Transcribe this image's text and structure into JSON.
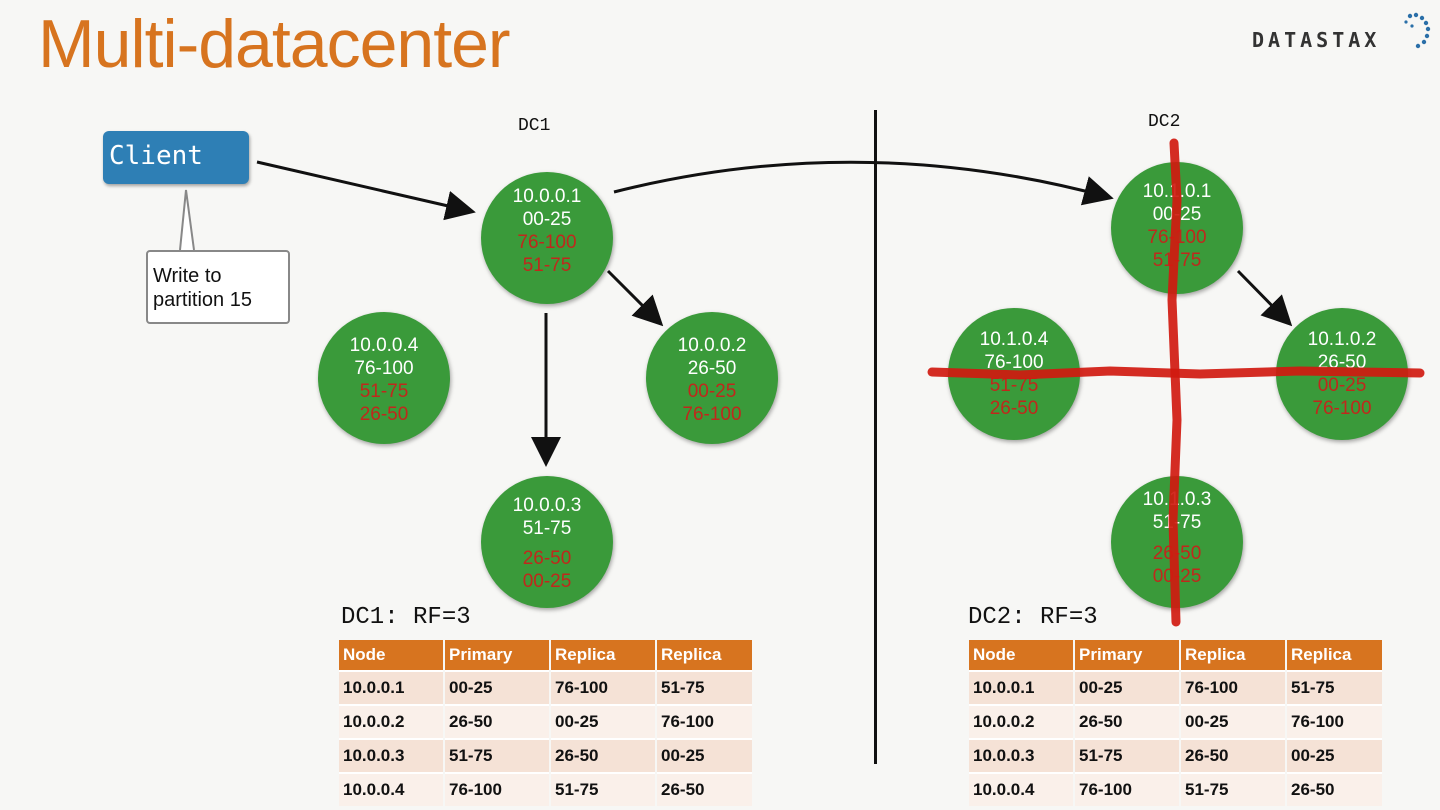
{
  "title": "Multi-datacenter",
  "logo": {
    "text": "DATASTAX"
  },
  "client": {
    "label": "Client"
  },
  "callout": {
    "line1": "Write to",
    "line2": "partition 15"
  },
  "dc1": {
    "label": "DC1",
    "rf": "DC1: RF=3",
    "nodes": [
      {
        "ip": "10.0.0.1",
        "primary": "00-25",
        "r1": "76-100",
        "r2": "51-75"
      },
      {
        "ip": "10.0.0.2",
        "primary": "26-50",
        "r1": "00-25",
        "r2": "76-100"
      },
      {
        "ip": "10.0.0.3",
        "primary": "51-75",
        "r1": "26-50",
        "r2": "00-25"
      },
      {
        "ip": "10.0.0.4",
        "primary": "76-100",
        "r1": "51-75",
        "r2": "26-50"
      }
    ]
  },
  "dc2": {
    "label": "DC2",
    "rf": "DC2: RF=3",
    "nodes": [
      {
        "ip": "10.1.0.1",
        "primary": "00-25",
        "r1": "76-100",
        "r2": "51-75"
      },
      {
        "ip": "10.1.0.2",
        "primary": "26-50",
        "r1": "00-25",
        "r2": "76-100"
      },
      {
        "ip": "10.1.0.3",
        "primary": "51-75",
        "r1": "26-50",
        "r2": "00-25"
      },
      {
        "ip": "10.1.0.4",
        "primary": "76-100",
        "r1": "51-75",
        "r2": "26-50"
      }
    ]
  },
  "table_headers": [
    "Node",
    "Primary",
    "Replica",
    "Replica"
  ],
  "table_dc1": [
    [
      "10.0.0.1",
      "00-25",
      "76-100",
      "51-75"
    ],
    [
      "10.0.0.2",
      "26-50",
      "00-25",
      "76-100"
    ],
    [
      "10.0.0.3",
      "51-75",
      "26-50",
      "00-25"
    ],
    [
      "10.0.0.4",
      "76-100",
      "51-75",
      "26-50"
    ]
  ],
  "table_dc2": [
    [
      "10.0.0.1",
      "00-25",
      "76-100",
      "51-75"
    ],
    [
      "10.0.0.2",
      "26-50",
      "00-25",
      "76-100"
    ],
    [
      "10.0.0.3",
      "51-75",
      "26-50",
      "00-25"
    ],
    [
      "10.0.0.4",
      "76-100",
      "51-75",
      "26-50"
    ]
  ],
  "colors": {
    "accent": "#d7741f",
    "node": "#3a9a3a",
    "replica_text": "#c0281c",
    "client": "#2e7fb5",
    "cross": "#d01a10"
  }
}
